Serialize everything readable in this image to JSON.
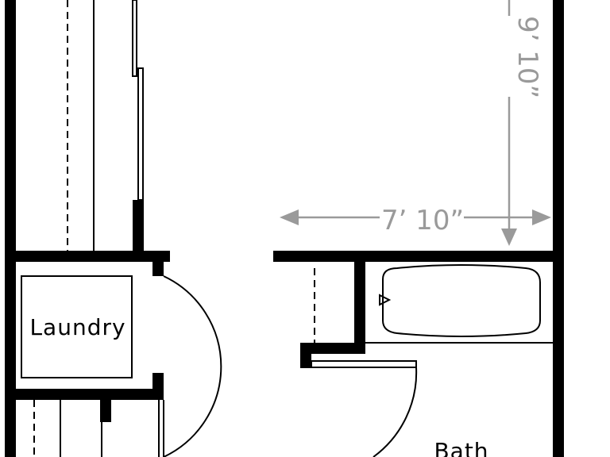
{
  "plan": {
    "rooms": {
      "laundry": "Laundry",
      "bath": "Bath"
    },
    "dimensions": {
      "width": "7’ 10”",
      "depth": "9’ 10”"
    },
    "colors": {
      "walls": "#000000",
      "dimension": "#9a9a9a",
      "background": "#ffffff"
    }
  }
}
